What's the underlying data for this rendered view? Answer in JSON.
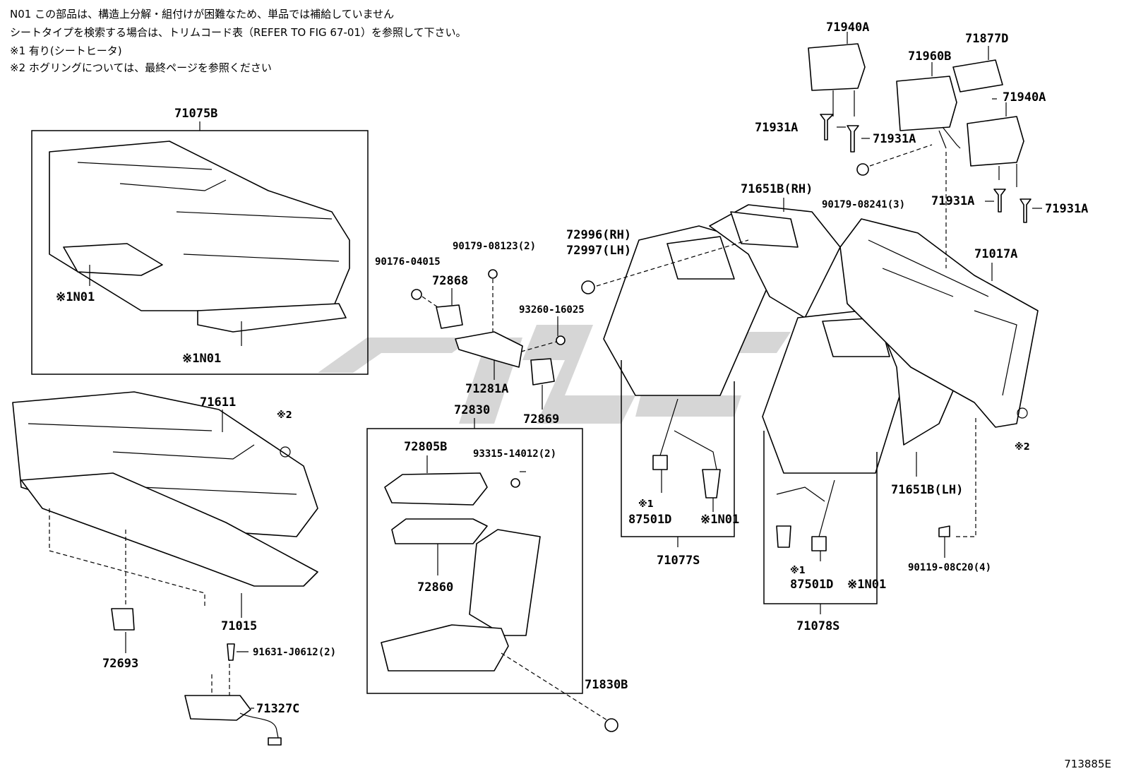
{
  "notes": [
    "N01 この部品は、構造上分解・組付けが困難なため、単品では補給していません",
    "シートタイプを検索する場合は、トリムコード表（REFER TO FIG 67-01）を参照して下さい。",
    "※1 有り(シートヒータ)",
    "※2 ホグリングについては、最終ページを参照ください"
  ],
  "labels": {
    "p71075B": "71075B",
    "n01_a": "※1N01",
    "n01_b": "※1N01",
    "p71611": "71611",
    "mark2_a": "※2",
    "p71015": "71015",
    "p72693": "72693",
    "p91631": "91631-J0612(2)",
    "p71327C": "71327C",
    "p90176": "90176-04015",
    "p90179_08123": "90179-08123(2)",
    "p72868": "72868",
    "p93260": "93260-16025",
    "p71281A": "71281A",
    "p72869": "72869",
    "p72830": "72830",
    "p72805B": "72805B",
    "p93315": "93315-14012(2)",
    "p72860": "72860",
    "p71830B": "71830B",
    "p72996": "72996(RH)",
    "p72997": "72997(LH)",
    "p71651B_rh": "71651B(RH)",
    "mark1_a": "※1",
    "p87501D_a": "87501D",
    "n01_c": "※1N01",
    "p71077S": "71077S",
    "mark1_b": "※1",
    "p87501D_b": "87501D",
    "n01_d": "※1N01",
    "p71078S": "71078S",
    "p71651B_lh": "71651B(LH)",
    "p71940A_a": "71940A",
    "p71877D": "71877D",
    "p71960B": "71960B",
    "p71940A_b": "71940A",
    "p71931A_a": "71931A",
    "p71931A_b": "71931A",
    "p90179_08241": "90179-08241(3)",
    "p71931A_c": "71931A",
    "p71931A_d": "71931A",
    "p71017A": "71017A",
    "mark2_b": "※2",
    "p90119": "90119-08C20(4)"
  },
  "catalog_code": "713885E"
}
